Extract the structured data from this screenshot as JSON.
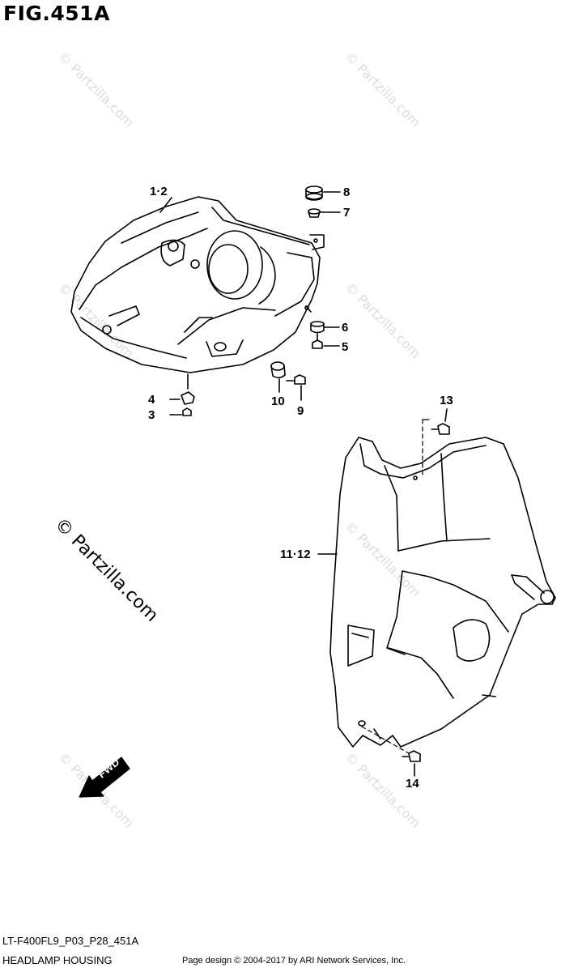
{
  "figure": {
    "title": "FIG.451A"
  },
  "callouts": {
    "c1_2": "1·2",
    "c3": "3",
    "c4": "4",
    "c5": "5",
    "c6": "6",
    "c7": "7",
    "c8": "8",
    "c9": "9",
    "c10": "10",
    "c11_12": "11·12",
    "c13": "13",
    "c14": "14"
  },
  "direction": {
    "label": "FWD"
  },
  "watermark": {
    "text": "© Partzilla.com"
  },
  "footer": {
    "model_code": "LT-F400FL9_P03_P28_451A",
    "section_name": "HEADLAMP HOUSING",
    "credit": "Page design © 2004-2017 by ARI Network Services, Inc."
  }
}
